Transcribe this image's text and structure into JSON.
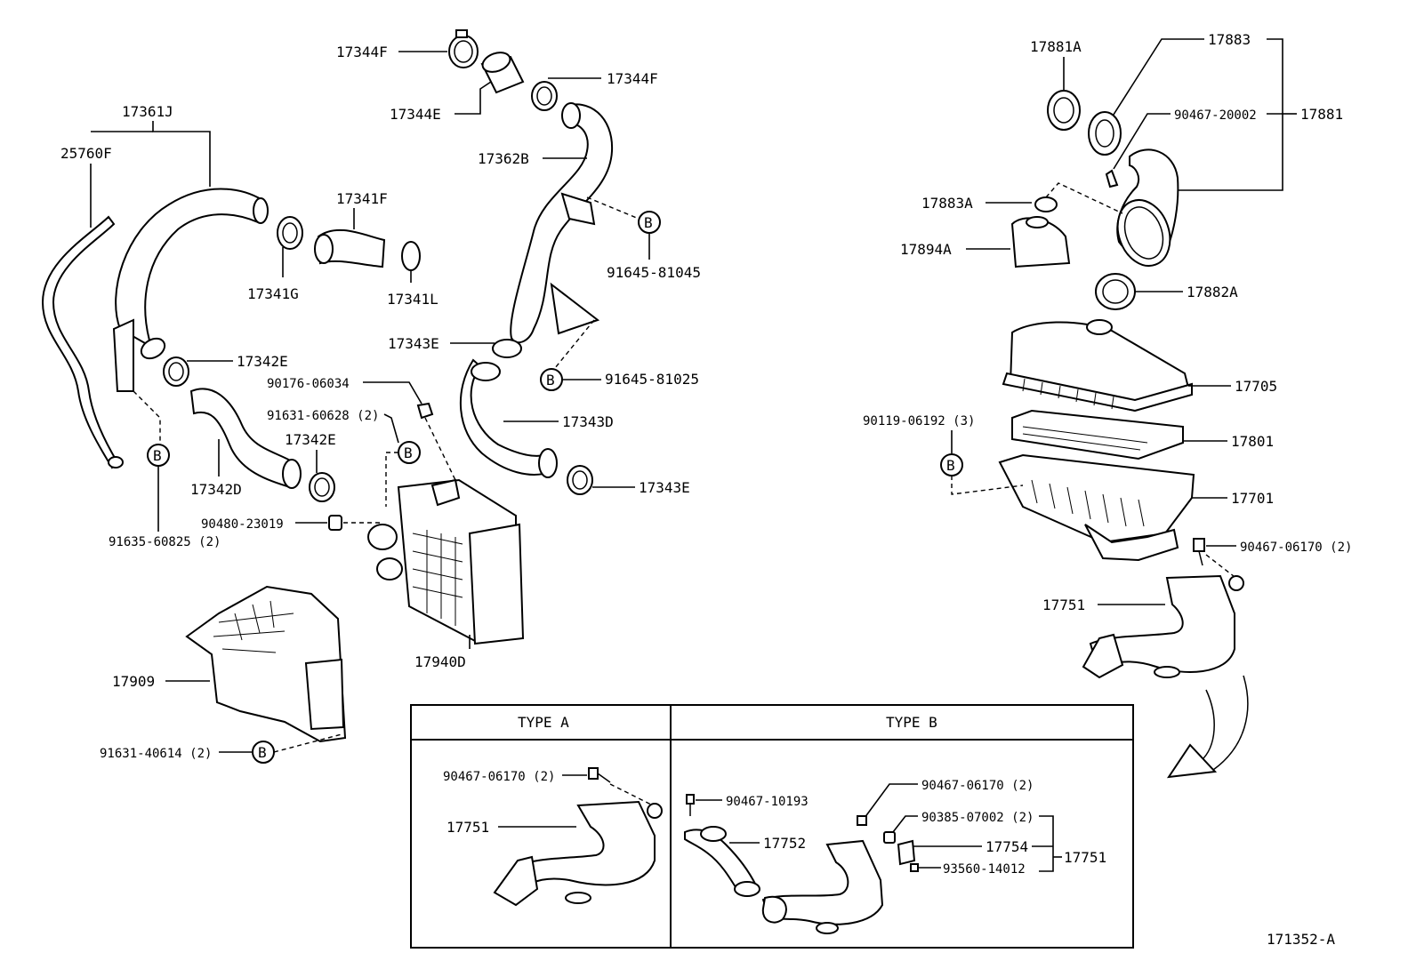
{
  "callouts": {
    "p17344F_a": "17344F",
    "p17344F_b": "17344F",
    "p17344E": "17344E",
    "p17361J": "17361J",
    "p25760F": "25760F",
    "p17362B": "17362B",
    "p17341F": "17341F",
    "p17341G": "17341G",
    "p17341L": "17341L",
    "p91645_81045": "91645-81045",
    "p17343E_a": "17343E",
    "p17342E_a": "17342E",
    "p91645_81025": "91645-81025",
    "p90176_06034": "90176-06034",
    "p91631_60628": "91631-60628 (2)",
    "p17343D": "17343D",
    "p17342E_b": "17342E",
    "p17342D": "17342D",
    "p17343E_b": "17343E",
    "p90480_23019": "90480-23019",
    "p91635_60825": "91635-60825 (2)",
    "p17940D": "17940D",
    "p17909": "17909",
    "p91631_40614": "91631-40614 (2)",
    "p17881A": "17881A",
    "p17883": "17883",
    "p90467_20002": "90467-20002",
    "p17881": "17881",
    "p17883A": "17883A",
    "p17894A": "17894A",
    "p17882A": "17882A",
    "p17705": "17705",
    "p90119_06192": "90119-06192 (3)",
    "p17801": "17801",
    "p17701": "17701",
    "p90467_06170_main": "90467-06170 (2)",
    "p17751_main": "17751",
    "pA_90467_06170": "90467-06170 (2)",
    "pA_17751": "17751",
    "pB_90467_10193": "90467-10193",
    "pB_17752": "17752",
    "pB_90467_06170": "90467-06170 (2)",
    "pB_90385_07002": "90385-07002 (2)",
    "pB_17754": "17754",
    "pB_17751": "17751",
    "pB_93560_14012": "93560-14012"
  },
  "ref_marker": "B",
  "variant_table": {
    "type_a": "TYPE A",
    "type_b": "TYPE B"
  },
  "figure_id": "171352-A"
}
